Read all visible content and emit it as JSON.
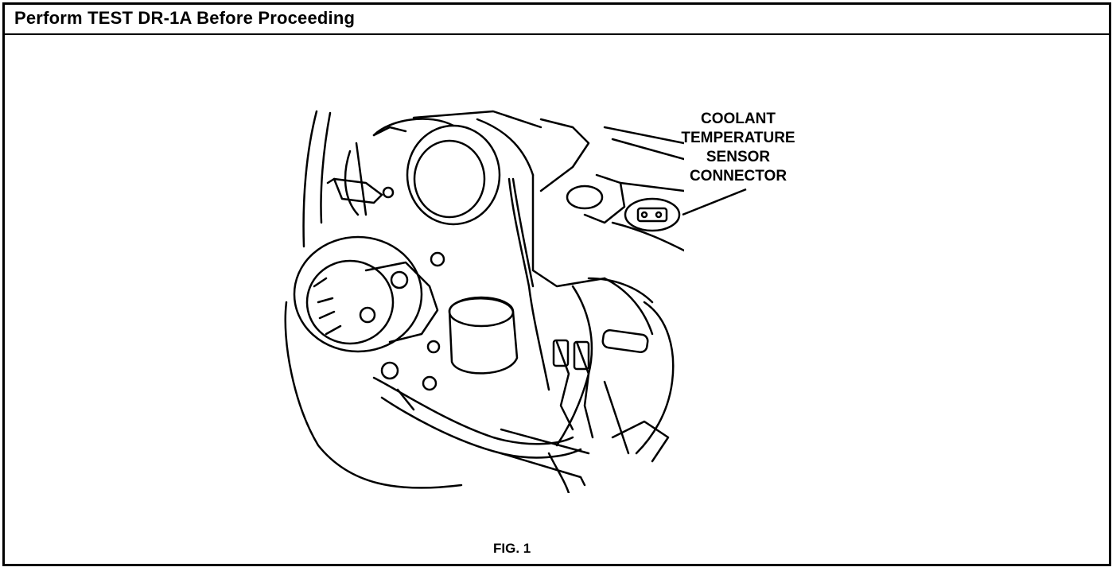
{
  "header": {
    "title": "Perform TEST DR-1A Before Proceeding"
  },
  "figure": {
    "callout_lines": [
      "COOLANT",
      "TEMPERATURE",
      "SENSOR",
      "CONNECTOR"
    ],
    "caption": "FIG. 1"
  }
}
